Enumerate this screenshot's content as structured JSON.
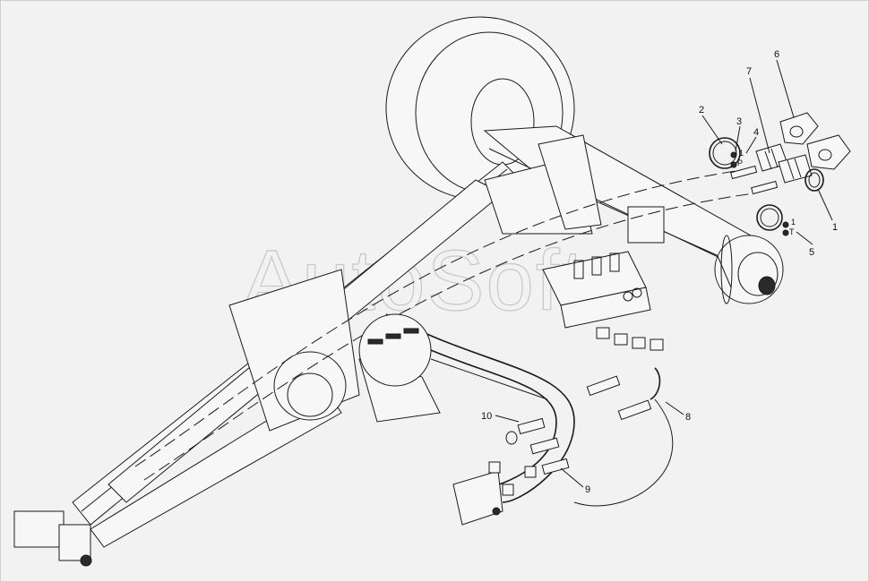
{
  "watermark": "AutoSoft",
  "callouts": [
    {
      "id": "1",
      "label": "1"
    },
    {
      "id": "2",
      "label": "2"
    },
    {
      "id": "3",
      "label": "3"
    },
    {
      "id": "4",
      "label": "4"
    },
    {
      "id": "5",
      "label": "5"
    },
    {
      "id": "6",
      "label": "6"
    },
    {
      "id": "7",
      "label": "7"
    },
    {
      "id": "8",
      "label": "8"
    },
    {
      "id": "9",
      "label": "9"
    },
    {
      "id": "10",
      "label": "10"
    }
  ],
  "port_labels": {
    "upper_number": "1",
    "upper_letter": "P",
    "lower_number": "1",
    "lower_letter": "T"
  }
}
